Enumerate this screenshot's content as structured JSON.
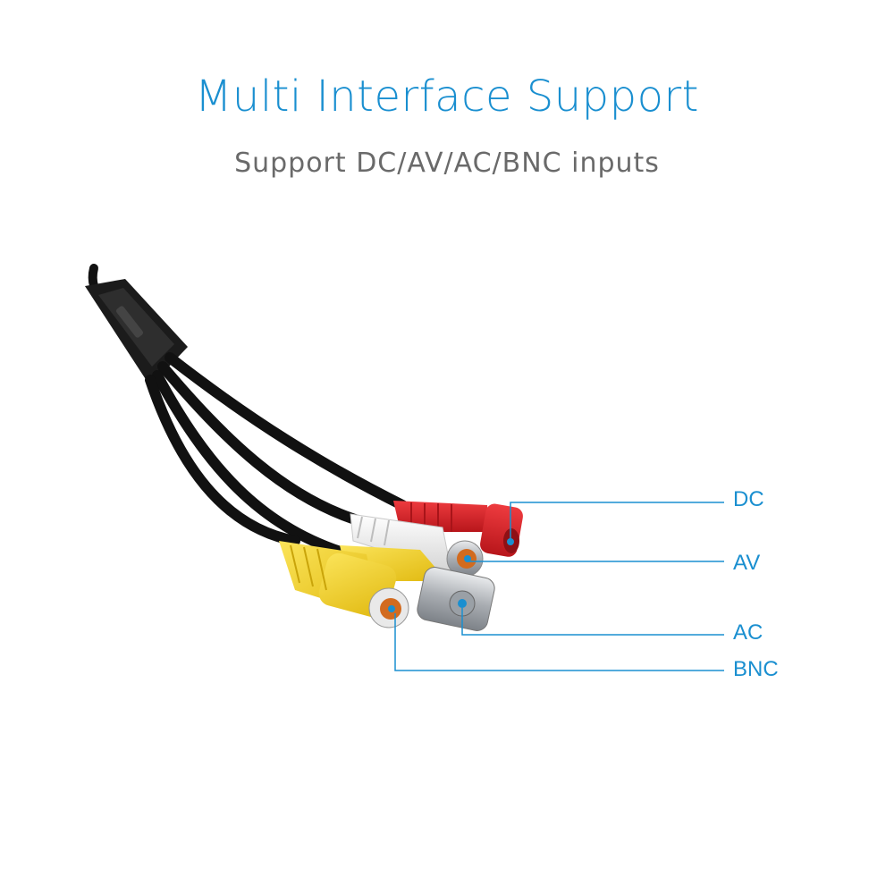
{
  "header": {
    "title": "Multi Interface Support",
    "subtitle": "Support DC/AV/AC/BNC inputs"
  },
  "callouts": [
    {
      "label": "DC"
    },
    {
      "label": "AV"
    },
    {
      "label": "AC"
    },
    {
      "label": "BNC"
    }
  ],
  "colors": {
    "accent": "#1a8fd0",
    "subtitle": "#6a6a6a",
    "cable": "#111111",
    "red_plug": "#d81f26",
    "white_plug": "#f2f2f2",
    "yellow_plug": "#f3d21a",
    "metal": "#b9bcc0"
  }
}
